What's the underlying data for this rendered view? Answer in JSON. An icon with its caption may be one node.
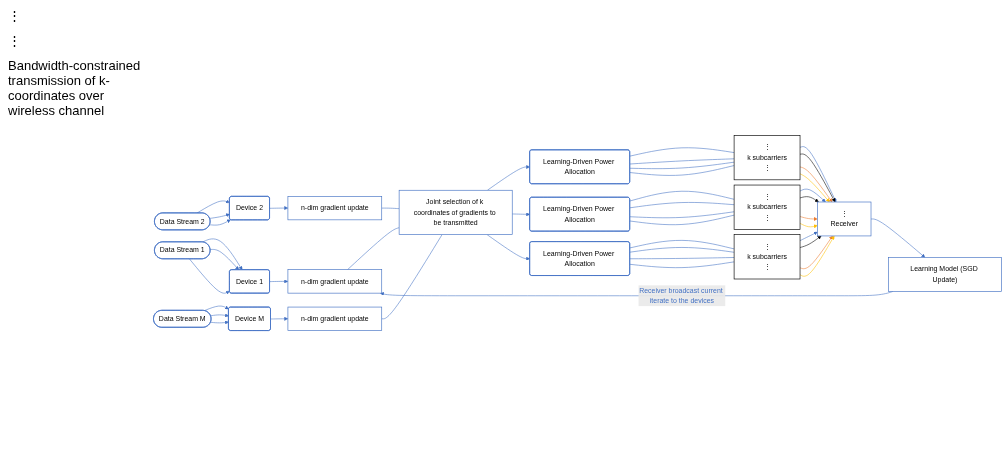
{
  "diagram": {
    "nodes": [
      {
        "text": [
          "Data Stream 1"
        ]
      },
      {
        "text": [
          "Device 1"
        ]
      },
      {
        "text": [
          "n-dim gradient update"
        ]
      },
      {
        "text": [
          "Data Stream 2"
        ]
      },
      {
        "text": [
          "Device 2"
        ]
      },
      {
        "text": [
          "n-dim gradient update"
        ]
      },
      {
        "text": [
          "Data Stream M"
        ]
      },
      {
        "text": [
          "Device M"
        ]
      },
      {
        "text": [
          "n-dim gradient update"
        ]
      },
      {
        "text": [
          "Joint selection of k coordinates of gradients to be transmitted"
        ]
      },
      {
        "text": [
          "Learning-Driven Power Allocation"
        ]
      },
      {
        "text": [
          "⋮",
          "k subcarriers",
          "⋮"
        ]
      },
      {
        "text": [
          "Learning-Driven Power Allocation"
        ]
      },
      {
        "text": [
          "⋮",
          "k subcarriers",
          "⋮"
        ]
      },
      {
        "text": [
          "Learning-Driven Power Allocation"
        ]
      },
      {
        "text": [
          "⋮",
          "k subcarriers",
          "⋮"
        ]
      },
      {
        "text": [
          "⋮",
          "Receiver"
        ]
      },
      {
        "text": [
          "Learning Model (SGD Update)"
        ]
      }
    ],
    "edges": [
      {
        "from": 0,
        "to": 1,
        "arrow": "to"
      },
      {
        "from": 0,
        "to": 1,
        "arrow": "to"
      },
      {
        "from": 0,
        "to": 1,
        "arrow": "to"
      },
      {
        "from": 3,
        "to": 4,
        "arrow": "to"
      },
      {
        "from": 3,
        "to": 4,
        "arrow": "to"
      },
      {
        "from": 3,
        "to": 4,
        "arrow": "to"
      },
      {
        "from": 6,
        "to": 7,
        "arrow": "to"
      },
      {
        "from": 6,
        "to": 7,
        "arrow": "to"
      },
      {
        "from": 6,
        "to": 7,
        "arrow": "to"
      },
      {
        "from": 1,
        "to": 2,
        "arrow": "to"
      },
      {
        "from": 4,
        "to": 5,
        "arrow": "to"
      },
      {
        "from": 7,
        "to": 8,
        "arrow": "to"
      },
      {
        "from": 2,
        "to": 9,
        "arrow": "none"
      },
      {
        "from": 5,
        "to": 9,
        "arrow": "none"
      },
      {
        "from": 8,
        "to": 9,
        "arrow": "none"
      },
      {
        "from": 9,
        "to": 10,
        "arrow": "to"
      },
      {
        "from": 9,
        "to": 12,
        "arrow": "to"
      },
      {
        "from": 9,
        "to": 14,
        "arrow": "to"
      },
      {
        "from": 10,
        "to": 11,
        "arrow": "none"
      },
      {
        "from": 10,
        "to": 11,
        "arrow": "none"
      },
      {
        "from": 10,
        "to": 11,
        "arrow": "none"
      },
      {
        "from": 10,
        "to": 11,
        "arrow": "none"
      },
      {
        "from": 12,
        "to": 13,
        "arrow": "none"
      },
      {
        "from": 12,
        "to": 13,
        "arrow": "none"
      },
      {
        "from": 12,
        "to": 13,
        "arrow": "none"
      },
      {
        "from": 12,
        "to": 13,
        "arrow": "none"
      },
      {
        "from": 14,
        "to": 15,
        "arrow": "none"
      },
      {
        "from": 14,
        "to": 15,
        "arrow": "none"
      },
      {
        "from": 14,
        "to": 15,
        "arrow": "none"
      },
      {
        "from": 14,
        "to": 15,
        "arrow": "none"
      },
      {
        "from": 11,
        "to": 16,
        "arrow": "to"
      },
      {
        "from": 11,
        "to": 16,
        "arrow": "to",
        "color": "#000000"
      },
      {
        "from": 11,
        "to": 16,
        "arrow": "to",
        "color": "#ed7d31"
      },
      {
        "from": 11,
        "to": 16,
        "arrow": "to",
        "color": "#ffc000"
      },
      {
        "from": 13,
        "to": 16,
        "arrow": "to"
      },
      {
        "from": 13,
        "to": 16,
        "arrow": "to",
        "color": "#000000"
      },
      {
        "from": 13,
        "to": 16,
        "arrow": "to",
        "color": "#ed7d31"
      },
      {
        "from": 13,
        "to": 16,
        "arrow": "to",
        "color": "#ffc000"
      },
      {
        "from": 15,
        "to": 16,
        "arrow": "to"
      },
      {
        "from": 15,
        "to": 16,
        "arrow": "to",
        "color": "#000000"
      },
      {
        "from": 15,
        "to": 16,
        "arrow": "to",
        "color": "#ed7d31"
      },
      {
        "from": 15,
        "to": 16,
        "arrow": "to",
        "color": "#ffc000"
      },
      {
        "from": 16,
        "to": 17,
        "arrow": "to"
      },
      {
        "from": 17,
        "to": 2,
        "arrow": "to",
        "label": "Receiver broadcast current iterate to the devices"
      }
    ],
    "labels": [
      "⋮",
      "⋮",
      "Bandwidth-constrained transmission of k-coordinates over wireless channel"
    ]
  }
}
